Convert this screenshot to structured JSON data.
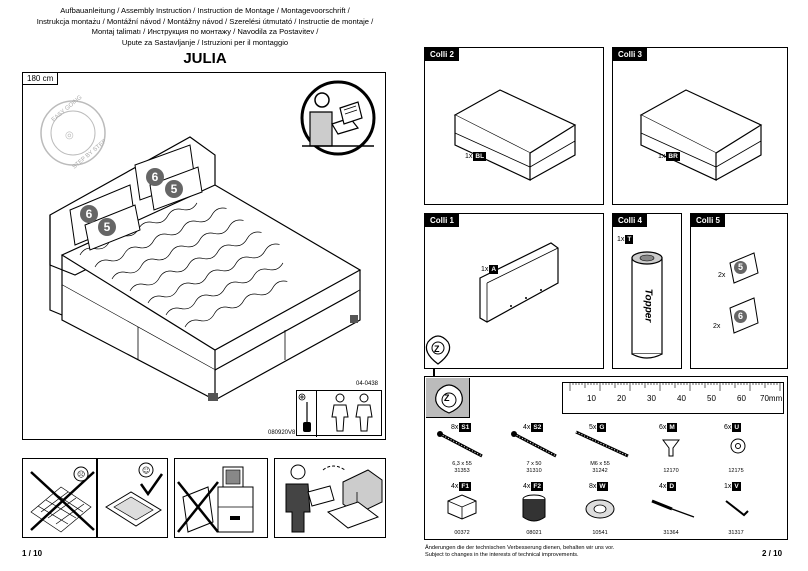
{
  "left_page": {
    "header_lines": [
      "Aufbauanleitung / Assembly Instruction / Instruction de Montage / Montagevoorschrift /",
      "Instrukcja montażu / Montážní návod / Montážny návod / Szerelési útmutató / Instructie de montaje /",
      "Montaj talimatı / Инструкция по монтажу / Navodila za Postavitev /",
      "Upute za Sastavljanje / Istruzioni per il montaggio"
    ],
    "title": "JULIA",
    "size_label": "180 cm",
    "stamp_text": "EASY GOING · STEP BY STEP",
    "pillow_numbers": [
      "6",
      "5",
      "6",
      "5"
    ],
    "code_top": "04-0438",
    "code_bottom": "080920V8",
    "page_number": "1 / 10"
  },
  "right_page": {
    "colli": [
      {
        "label": "Colli 2",
        "qty": "1x",
        "part": "BL"
      },
      {
        "label": "Colli 3",
        "qty": "1x",
        "part": "BR"
      },
      {
        "label": "Colli 1",
        "qty": "1x",
        "part": "A"
      },
      {
        "label": "Colli 4",
        "qty": "1x",
        "part": "T",
        "roll_text": "Topper"
      },
      {
        "label": "Colli 5",
        "qty_5": "2x",
        "qty_6": "2x",
        "num_5": "5",
        "num_6": "6"
      }
    ],
    "ruler": {
      "labels": [
        "10",
        "20",
        "30",
        "40",
        "50",
        "60",
        "70mm"
      ]
    },
    "bag_letter": "Z",
    "hardware": [
      {
        "qty": "8x",
        "part": "S1",
        "size": "6,3 x 55",
        "code": "31353"
      },
      {
        "qty": "4x",
        "part": "S2",
        "size": "7 x 50",
        "code": "31310"
      },
      {
        "qty": "5x",
        "part": "G",
        "size": "M6 x 55",
        "code": "31242"
      },
      {
        "qty": "6x",
        "part": "M",
        "size": "",
        "code": "12170"
      },
      {
        "qty": "6x",
        "part": "U",
        "size": "",
        "code": "12175"
      },
      {
        "qty": "4x",
        "part": "F1",
        "size": "",
        "code": "00372"
      },
      {
        "qty": "4x",
        "part": "F2",
        "size": "",
        "code": "08021"
      },
      {
        "qty": "8x",
        "part": "W",
        "size": "",
        "code": "10541"
      },
      {
        "qty": "4x",
        "part": "D",
        "size": "",
        "code": "31364"
      },
      {
        "qty": "1x",
        "part": "V",
        "size": "",
        "code": "31317"
      }
    ],
    "footer_lines": [
      "Änderungen die der technischen Verbesserung dienen, behalten wir uns vor.",
      "Subject to changes in the interests of technical improvements."
    ],
    "page_number": "2 / 10"
  }
}
